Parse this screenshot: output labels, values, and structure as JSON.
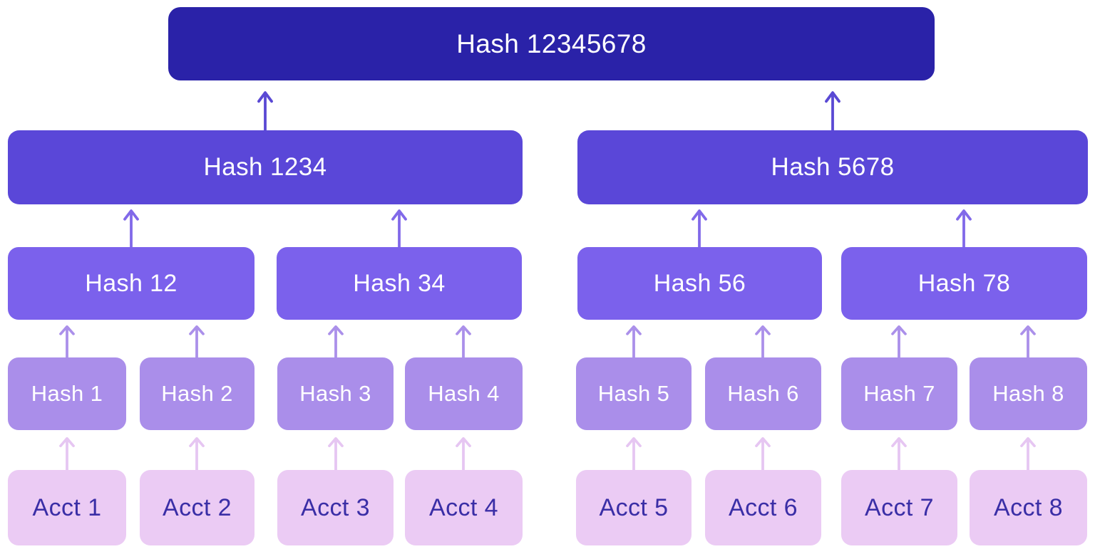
{
  "diagram": {
    "type": "merkle-tree",
    "root": {
      "label": "Hash 12345678"
    },
    "level2": [
      "Hash 1234",
      "Hash 5678"
    ],
    "level3": [
      "Hash 12",
      "Hash 34",
      "Hash 56",
      "Hash 78"
    ],
    "level4": [
      "Hash 1",
      "Hash 2",
      "Hash 3",
      "Hash 4",
      "Hash 5",
      "Hash 6",
      "Hash 7",
      "Hash 8"
    ],
    "accounts": [
      "Acct 1",
      "Acct 2",
      "Acct 3",
      "Acct 4",
      "Acct 5",
      "Acct 6",
      "Acct 7",
      "Acct 8"
    ],
    "colors": {
      "root_bg": "#2a22a8",
      "level2_bg": "#5a47d8",
      "level3_bg": "#7b61ec",
      "level4_bg": "#aa8eea",
      "account_bg": "#ebcbf4",
      "hash_text": "#ffffff",
      "account_text": "#3a2ea6",
      "arrow_level2_to_root": "#5a49d4",
      "arrow_level3_to_level2": "#8169e9",
      "arrow_level4_to_level3": "#ab90ea",
      "arrow_account_to_level4": "#e6c6f2",
      "background": "#ffffff"
    }
  }
}
